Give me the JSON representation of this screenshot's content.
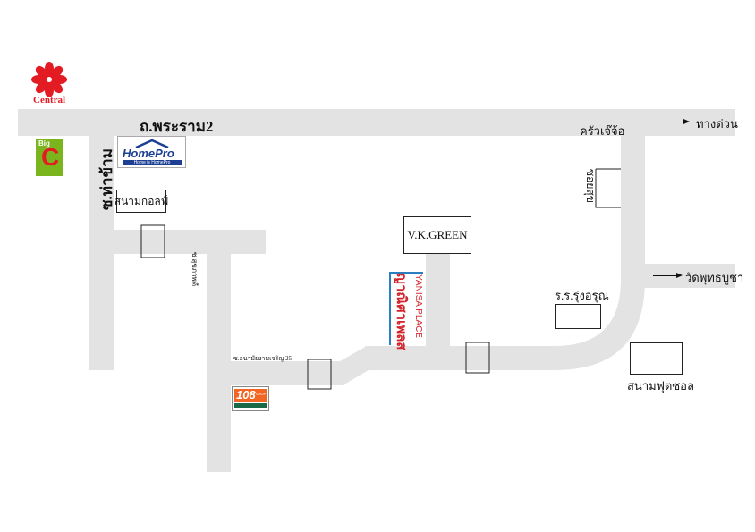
{
  "central": {
    "label": "Central",
    "color": "#e31b23"
  },
  "bigc": {
    "label_big": "Big",
    "label_c": "C",
    "bg": "#7ab51d",
    "c_color": "#e31b23"
  },
  "homepro": {
    "brand": "HomePro",
    "tagline": "Home is HomePro",
    "color": "#1c3f94"
  },
  "roads": {
    "main": "ถ.พระราม2",
    "tha_kham": "ซ.ท่าข้าม",
    "anamai": "ซ.อนามัยงามเจริญ 25"
  },
  "right_arrows": {
    "expressway": "ทางด่วน",
    "wat": "วัดพุทธบูชา"
  },
  "places": {
    "golf": "สนามกอลฟ์",
    "krua": "ครัวเจ๊จ้อ",
    "vkgreen": "V.K.GREEN",
    "school": "ร.ร.รุ่งอรุณ",
    "futsal": "สนามฟุตซอล"
  },
  "yanisa": {
    "thai": "ญาณิศาเพลส",
    "en": "YANISA PLACE",
    "color": "#d2232a",
    "border": "#2a7fc1"
  },
  "shop108": {
    "brand": "108",
    "sub": "SHOP",
    "color": "#f26522"
  },
  "road_color": "#e3e3e3"
}
